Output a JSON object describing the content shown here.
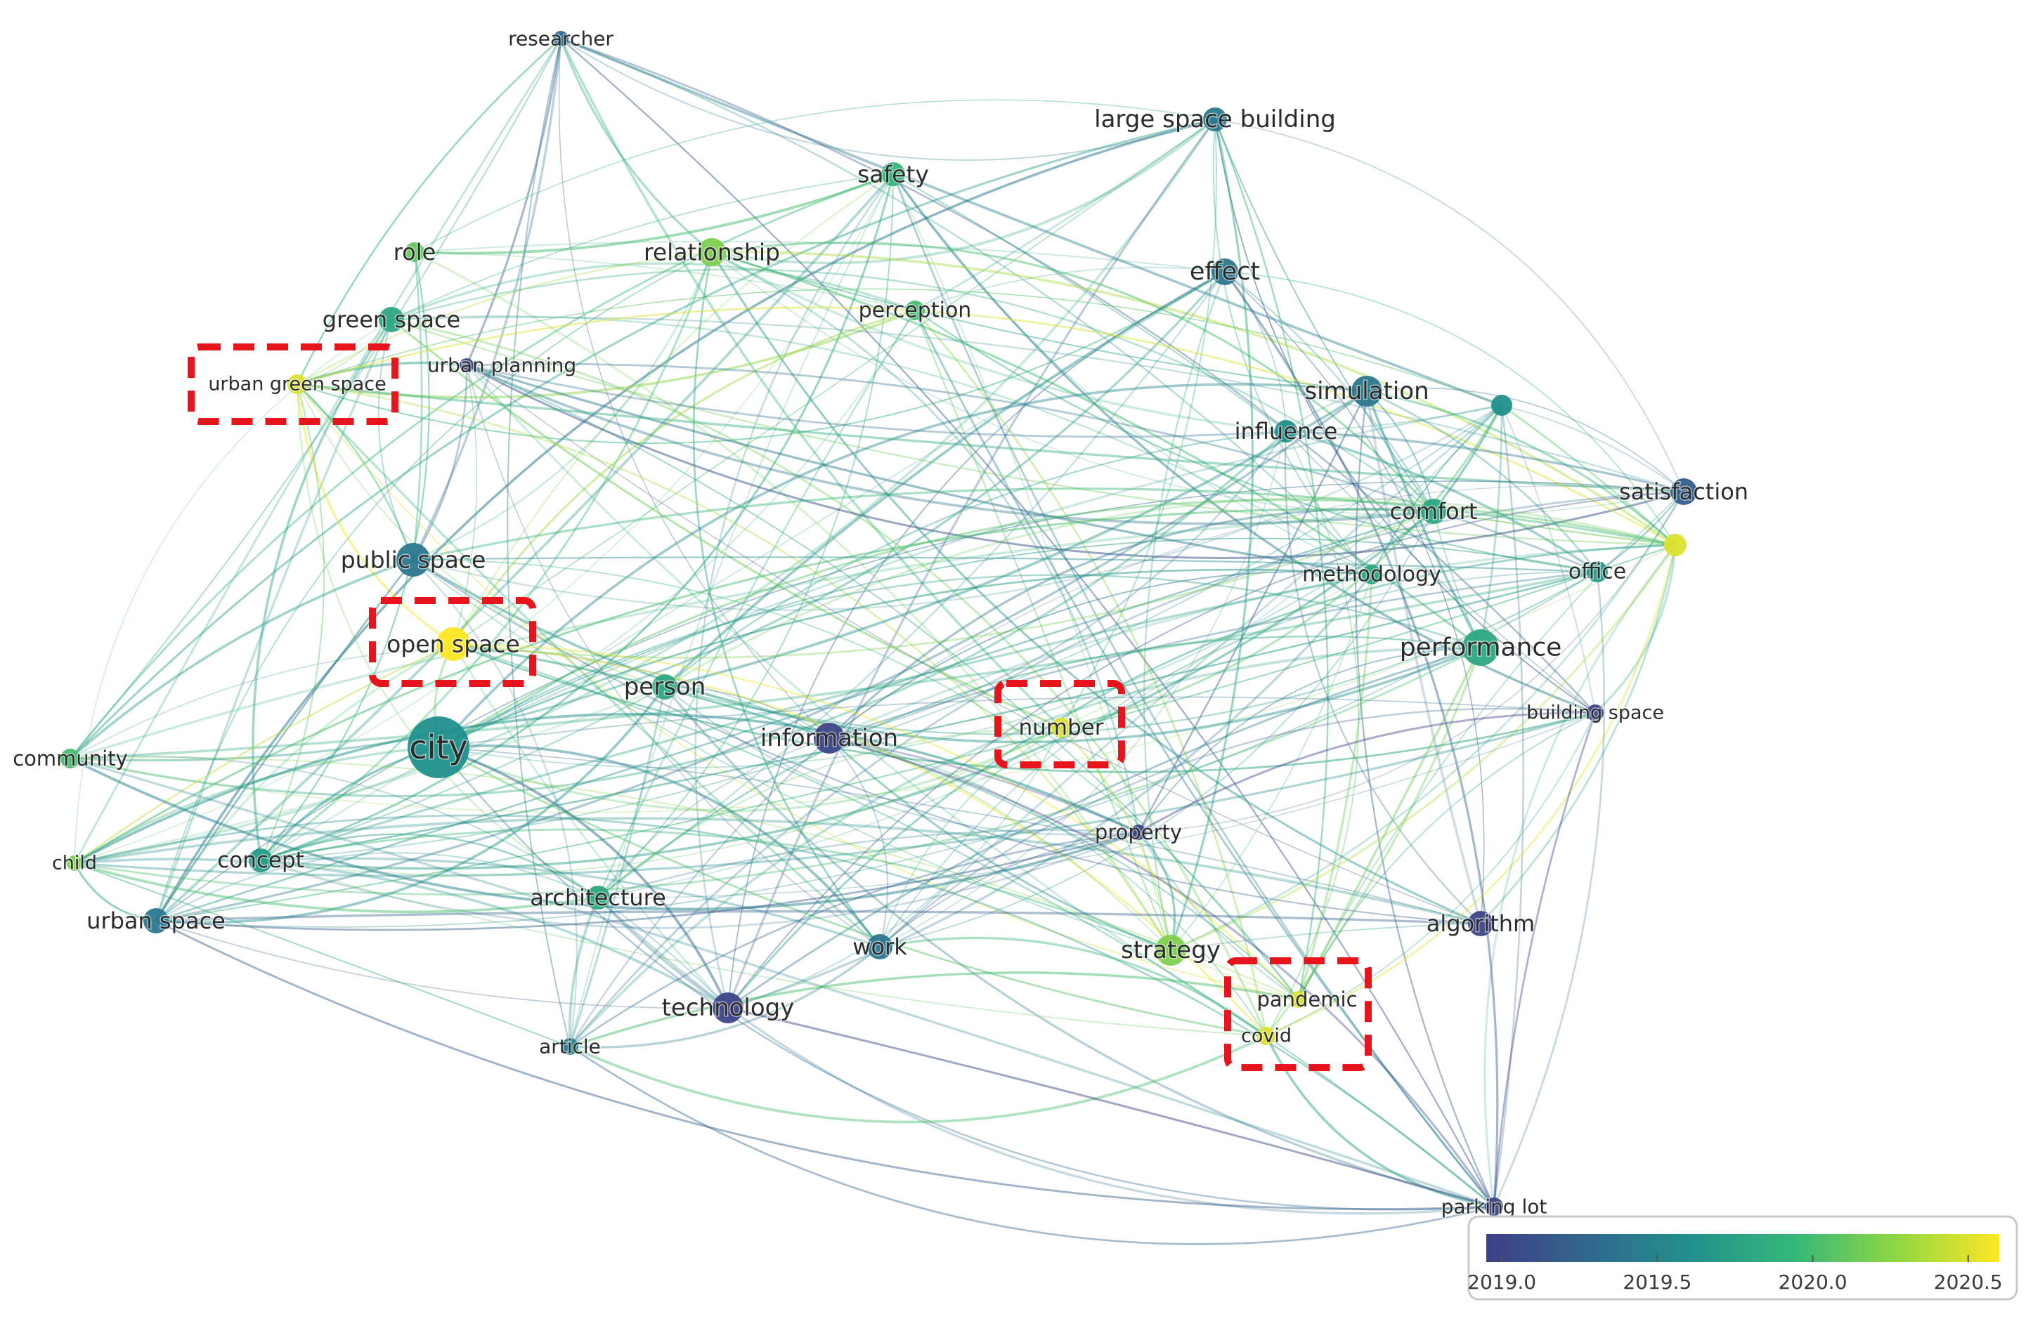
{
  "nodes": [
    {
      "id": "researcher",
      "label": "researcher",
      "year": 2019.3
    },
    {
      "id": "large_space_building",
      "label": "large space building",
      "year": 2019.4
    },
    {
      "id": "safety",
      "label": "safety",
      "year": 2019.9
    },
    {
      "id": "role",
      "label": "role",
      "year": 2020.1
    },
    {
      "id": "relationship",
      "label": "relationship",
      "year": 2020.2
    },
    {
      "id": "effect",
      "label": "effect",
      "year": 2019.4
    },
    {
      "id": "perception",
      "label": "perception",
      "year": 2020.0
    },
    {
      "id": "green_space",
      "label": "green space",
      "year": 2019.8
    },
    {
      "id": "urban_planning",
      "label": "urban planning",
      "year": 2019.0
    },
    {
      "id": "urban_green_space",
      "label": "urban green space",
      "year": 2020.5
    },
    {
      "id": "simulation",
      "label": "simulation",
      "year": 2019.4
    },
    {
      "id": "unlabeled_teal",
      "label": "",
      "year": 2019.6
    },
    {
      "id": "influence",
      "label": "influence",
      "year": 2019.6
    },
    {
      "id": "satisfaction",
      "label": "satisfaction",
      "year": 2019.2
    },
    {
      "id": "comfort",
      "label": "comfort",
      "year": 2019.8
    },
    {
      "id": "unlabeled_yellow",
      "label": "",
      "year": 2020.5
    },
    {
      "id": "public_space",
      "label": "public space",
      "year": 2019.4
    },
    {
      "id": "methodology",
      "label": "methodology",
      "year": 2019.8
    },
    {
      "id": "office",
      "label": "office",
      "year": 2019.7
    },
    {
      "id": "open_space",
      "label": "open space",
      "year": 2020.6
    },
    {
      "id": "performance",
      "label": "performance",
      "year": 2019.8
    },
    {
      "id": "person",
      "label": "person",
      "year": 2019.8
    },
    {
      "id": "building_space",
      "label": "building space",
      "year": 2019.0
    },
    {
      "id": "city",
      "label": "city",
      "year": 2019.6
    },
    {
      "id": "information",
      "label": "information",
      "year": 2019.0
    },
    {
      "id": "number",
      "label": "number",
      "year": 2020.5
    },
    {
      "id": "community",
      "label": "community",
      "year": 2020.0
    },
    {
      "id": "property",
      "label": "property",
      "year": 2019.0
    },
    {
      "id": "child",
      "label": "child",
      "year": 2020.2
    },
    {
      "id": "concept",
      "label": "concept",
      "year": 2019.7
    },
    {
      "id": "architecture",
      "label": "architecture",
      "year": 2019.8
    },
    {
      "id": "urban_space",
      "label": "urban space",
      "year": 2019.4
    },
    {
      "id": "algorithm",
      "label": "algorithm",
      "year": 2019.0
    },
    {
      "id": "work",
      "label": "work",
      "year": 2019.4
    },
    {
      "id": "strategy",
      "label": "strategy",
      "year": 2020.2
    },
    {
      "id": "pandemic",
      "label": "pandemic",
      "year": 2020.5
    },
    {
      "id": "covid",
      "label": "covid",
      "year": 2020.5
    },
    {
      "id": "technology",
      "label": "technology",
      "year": 2019.0
    },
    {
      "id": "article",
      "label": "article",
      "year": 2019.5
    },
    {
      "id": "parking_lot",
      "label": "parking lot",
      "year": 2019.0
    }
  ],
  "highlighted": [
    "urban_green_space",
    "open_space",
    "number",
    "pandemic",
    "covid"
  ],
  "legend": {
    "min": 2018.95,
    "max": 2020.6,
    "ticks": [
      "2019.0",
      "2019.5",
      "2020.0",
      "2020.5"
    ],
    "colors": [
      "#3f3f87",
      "#31688e",
      "#21918c",
      "#35b779",
      "#90d743",
      "#fde725"
    ]
  },
  "colors": {
    "highlight": "#e8141b"
  }
}
